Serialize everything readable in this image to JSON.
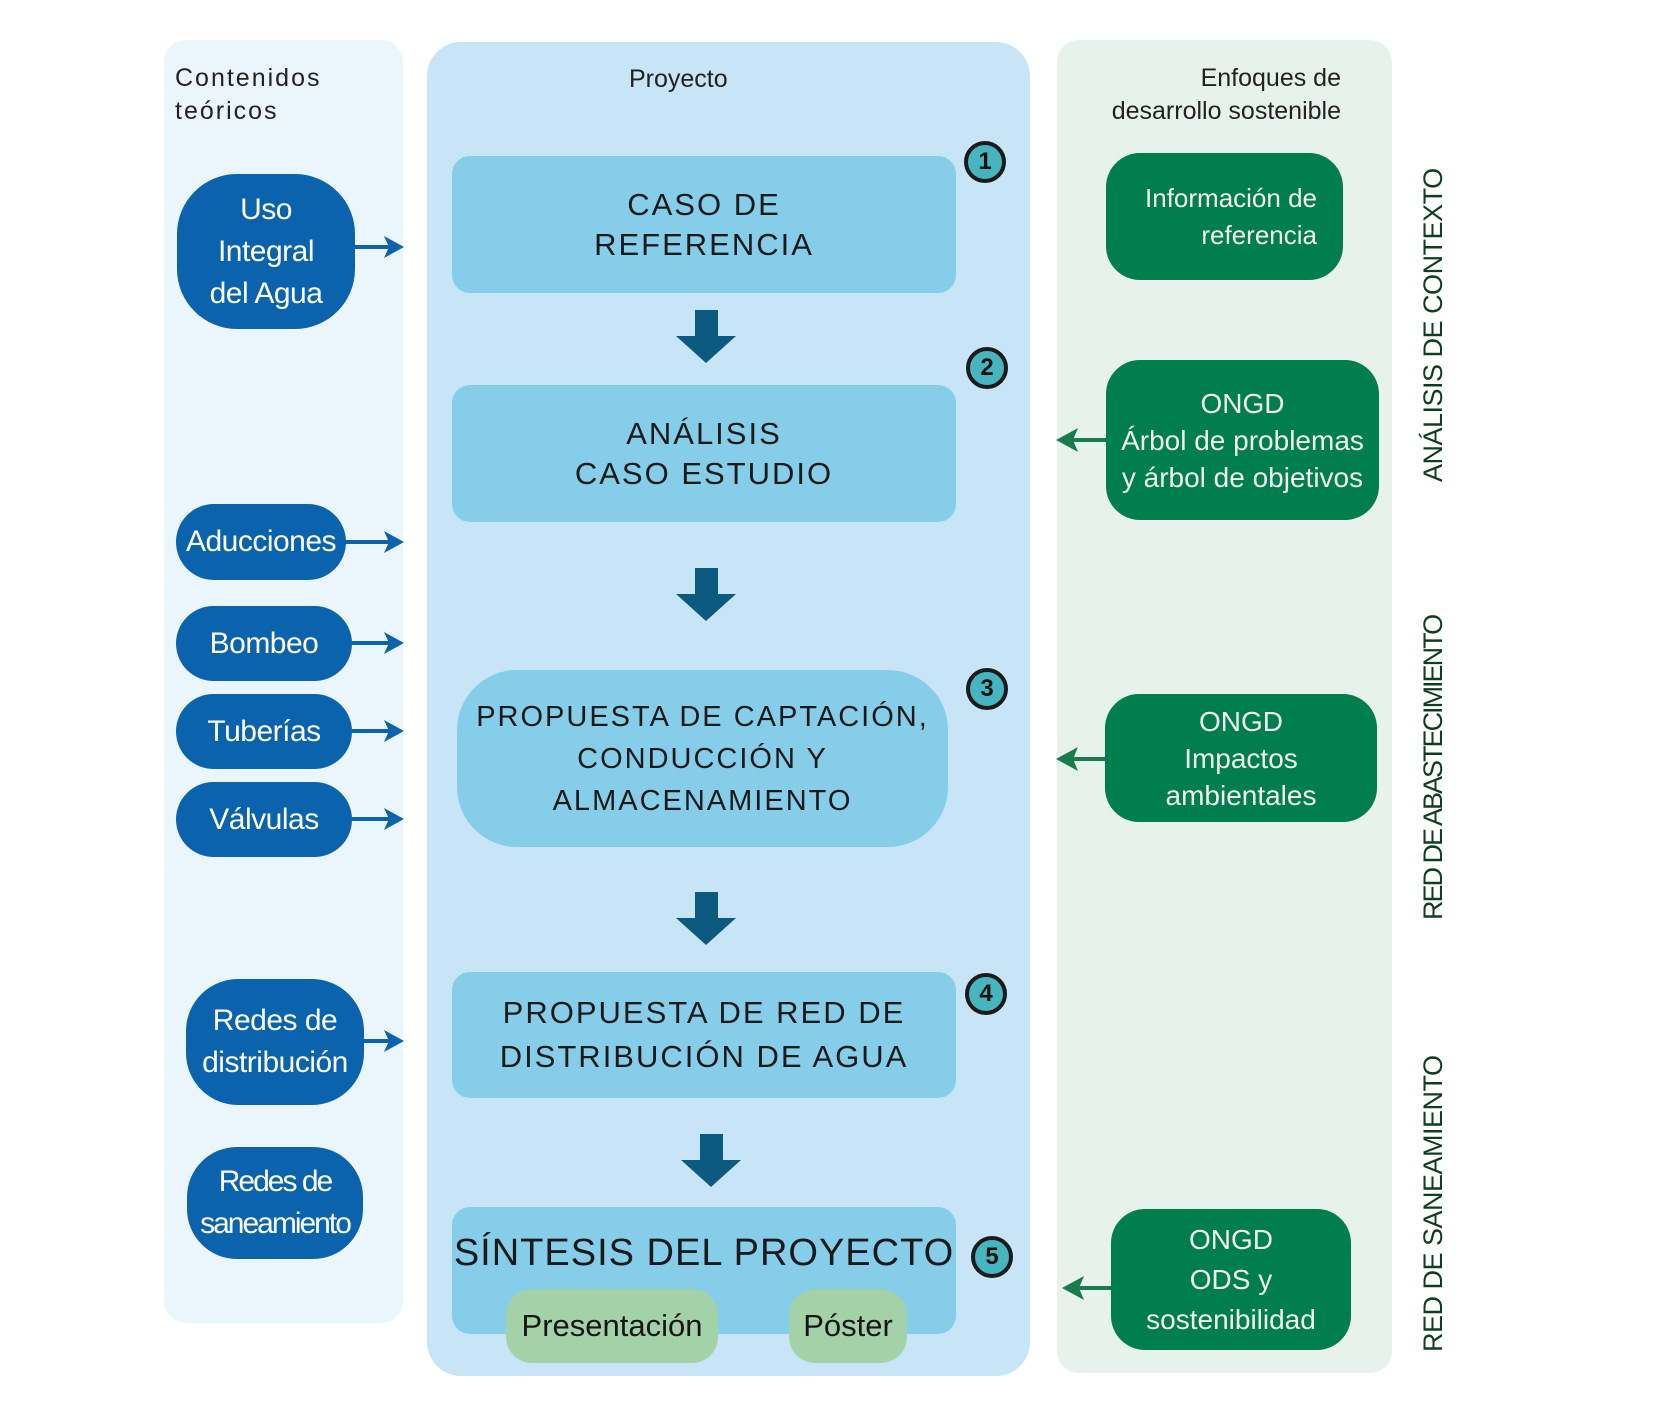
{
  "columns": {
    "left": {
      "title_line1": "Contenidos",
      "title_line2": "teóricos"
    },
    "middle": {
      "title": "Proyecto"
    },
    "right": {
      "title_line1": "Enfoques de",
      "title_line2": "desarrollo sostenible"
    }
  },
  "theory_topics": [
    {
      "label": "Uso Integral del Agua",
      "lines": [
        "Uso",
        "Integral",
        "del Agua"
      ],
      "arrow_to_project": true
    },
    {
      "label": "Aducciones",
      "lines": [
        "Aducciones"
      ],
      "arrow_to_project": true
    },
    {
      "label": "Bombeo",
      "lines": [
        "Bombeo"
      ],
      "arrow_to_project": true
    },
    {
      "label": "Tuberías",
      "lines": [
        "Tuberías"
      ],
      "arrow_to_project": true
    },
    {
      "label": "Válvulas",
      "lines": [
        "Válvulas"
      ],
      "arrow_to_project": true
    },
    {
      "label": "Redes de distribución",
      "lines": [
        "Redes de",
        "distribución"
      ],
      "arrow_to_project": true
    },
    {
      "label": "Redes de saneamiento",
      "lines": [
        "Redes de",
        "saneamiento"
      ],
      "arrow_to_project": false
    }
  ],
  "project_steps": [
    {
      "number": "1",
      "lines": [
        "CASO DE",
        "REFERENCIA"
      ]
    },
    {
      "number": "2",
      "lines": [
        "ANÁLISIS",
        "CASO ESTUDIO"
      ]
    },
    {
      "number": "3",
      "lines": [
        "PROPUESTA DE CAPTACIÓN,",
        "CONDUCCIÓN Y",
        "ALMACENAMIENTO"
      ]
    },
    {
      "number": "4",
      "lines": [
        "PROPUESTA DE RED DE",
        "DISTRIBUCIÓN DE AGUA"
      ]
    },
    {
      "number": "5",
      "lines": [
        "SÍNTESIS DEL PROYECTO"
      ],
      "outputs": [
        "Presentación",
        "Póster"
      ]
    }
  ],
  "sustainability_approaches": [
    {
      "lines": [
        "Información de",
        "referencia"
      ],
      "arrow_to_project": false
    },
    {
      "lines": [
        "ONGD",
        "Árbol de problemas",
        "y árbol de objetivos"
      ],
      "arrow_to_project": true
    },
    {
      "lines": [
        "ONGD",
        "Impactos",
        "ambientales"
      ],
      "arrow_to_project": true
    },
    {
      "lines": [
        "ONGD",
        "ODS y",
        "sostenibilidad"
      ],
      "arrow_to_project": true
    }
  ],
  "phase_labels": [
    "ANÁLISIS DE CONTEXTO",
    "RED DE ABASTECIMIENTO",
    "RED DE SANEAMIENTO"
  ],
  "colors": {
    "theory_pill": "#0a63ac",
    "step_box": "#85cde9",
    "project_panel": "#c7e5f7",
    "approach_box": "#007e4e",
    "flow_arrow": "#0d5a80",
    "badge": "#47b5bf",
    "output_pill": "#a3d2a8"
  }
}
